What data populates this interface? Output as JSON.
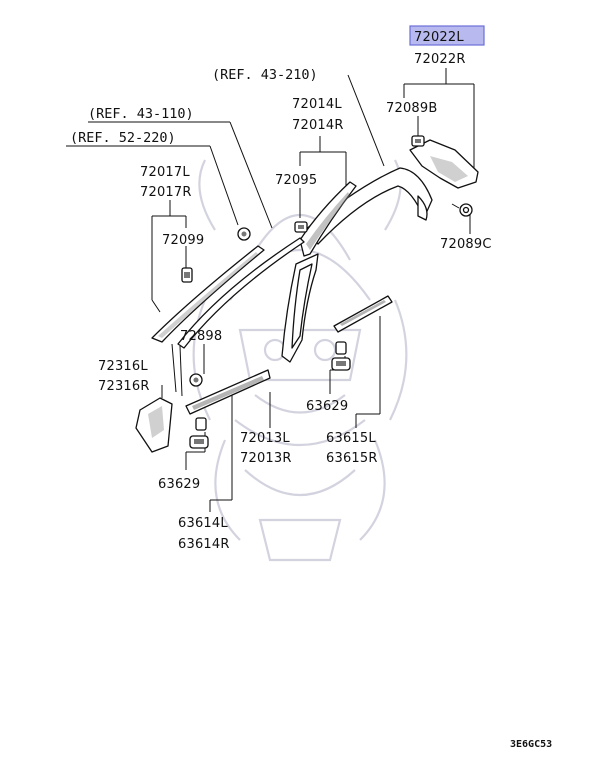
{
  "highlight": {
    "part": "72022L",
    "fill_color": "#b7b9ef"
  },
  "refs": {
    "ref_43_210": "(REF. 43-210)",
    "ref_43_110": "(REF. 43-110)",
    "ref_52_220": "(REF. 52-220)"
  },
  "parts": {
    "p72022L": "72022L",
    "p72022R": "72022R",
    "p72089B": "72089B",
    "p72089C": "72089C",
    "p72014L": "72014L",
    "p72014R": "72014R",
    "p72095": "72095",
    "p72017L": "72017L",
    "p72017R": "72017R",
    "p72099": "72099",
    "p72898": "72898",
    "p72316L": "72316L",
    "p72316R": "72316R",
    "p63629_right": "63629",
    "p63615L": "63615L",
    "p63615R": "63615R",
    "p72013L": "72013L",
    "p72013R": "72013R",
    "p63629_left": "63629",
    "p63614L": "63614L",
    "p63614R": "63614R"
  },
  "diagram_code": "3E6GC53"
}
